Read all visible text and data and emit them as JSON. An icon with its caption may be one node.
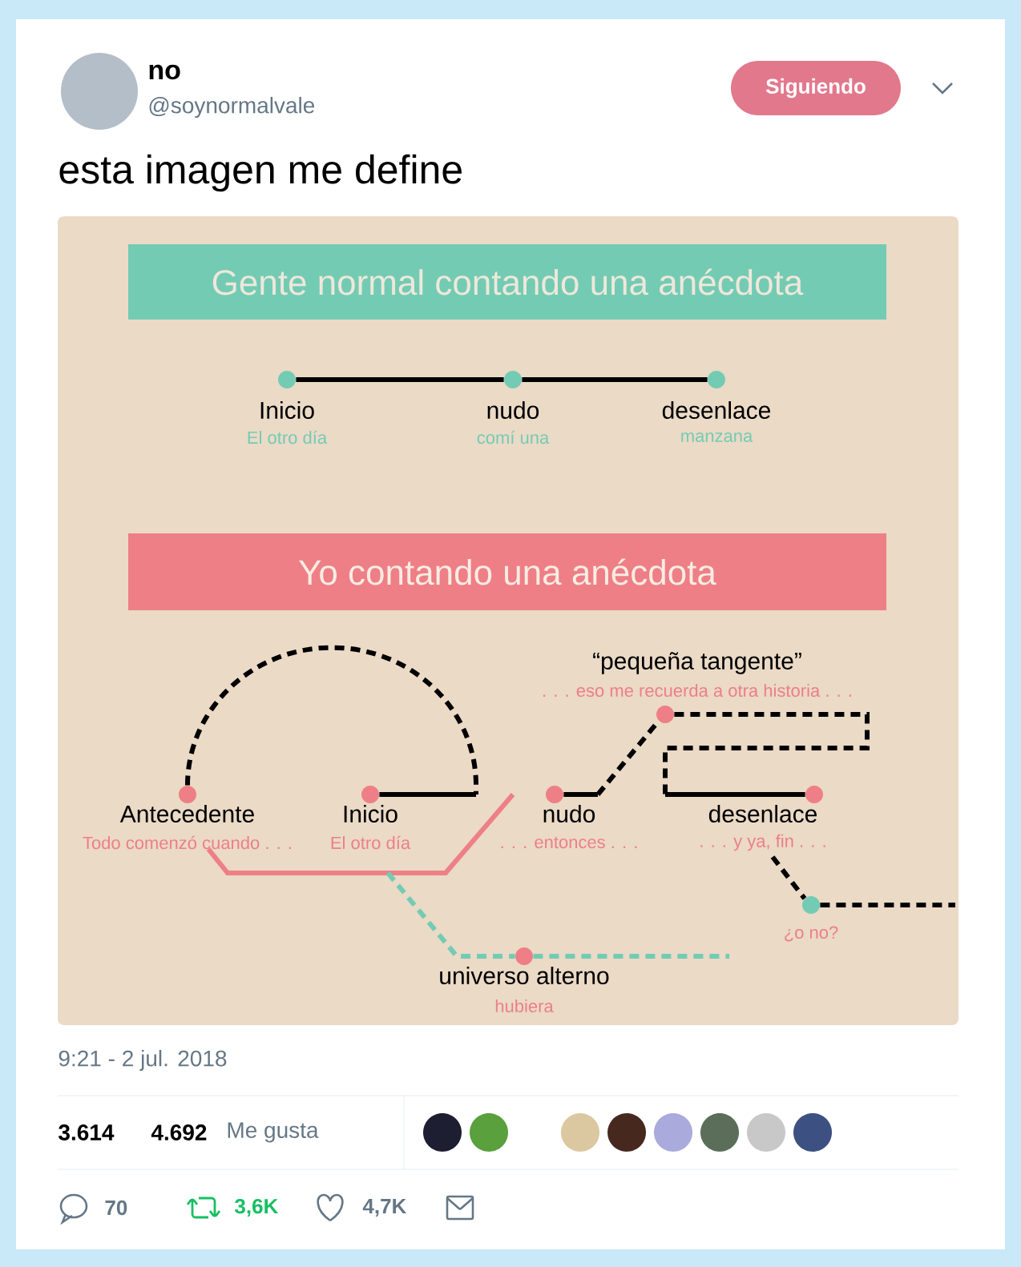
{
  "diagram": {
    "nodes": [
      {
        "text": [
          "Gente normal contando una anécdota"
        ]
      },
      {
        "text": [],
        "shape": "circle",
        "beside": [
          "Inicio",
          "El otro día"
        ]
      },
      {
        "text": [],
        "shape": "circle",
        "beside": [
          "nudo",
          "comí una"
        ]
      },
      {
        "text": [],
        "shape": "circle",
        "beside": [
          "desenlace",
          "manzana"
        ]
      },
      {
        "text": [
          "Yo contando una anécdota"
        ]
      },
      {
        "text": [],
        "shape": "circle",
        "beside": [
          "Antecedente",
          "Todo comenzó cuando . . ."
        ]
      },
      {
        "text": [],
        "shape": "circle",
        "beside": [
          "Inicio",
          "El otro día"
        ]
      },
      {
        "text": [],
        "shape": "circle",
        "beside": [
          "nudo",
          ". . . entonces . . ."
        ]
      },
      {
        "text": [],
        "shape": "circle",
        "beside": [
          "“pequeña tangente”",
          ". . . eso me recuerda a otra historia . . ."
        ]
      },
      {
        "text": [],
        "shape": "circle",
        "beside": [
          "desenlace",
          ". . . y ya, fin . . ."
        ]
      },
      {
        "text": [],
        "shape": "circle",
        "beside": [
          "¿o no?"
        ]
      },
      {
        "text": [],
        "shape": "circle",
        "beside": [
          "universo alterno",
          "hubiera"
        ]
      },
      {
        "text": [
          "Siguiendo"
        ]
      }
    ],
    "edges": [
      {
        "from": 1,
        "to": 2,
        "arrow": "none"
      },
      {
        "from": 2,
        "to": 3,
        "arrow": "none"
      },
      {
        "from": 5,
        "to": 6,
        "arrow": "none",
        "style": "dashed"
      },
      {
        "from": 5,
        "to": 7,
        "arrow": "none",
        "color": "#ee7f86"
      },
      {
        "from": 6,
        "to": 11,
        "arrow": "none",
        "style": "dashed",
        "color": "#74cbb4"
      },
      {
        "from": 7,
        "to": 8,
        "arrow": "none",
        "style": "dashed"
      },
      {
        "from": 8,
        "to": 9,
        "arrow": "none",
        "style": "dashed"
      },
      {
        "from": 9,
        "to": 10,
        "arrow": "none",
        "style": "dashed"
      },
      {
        "from": 10,
        "to": null,
        "arrow": "none",
        "style": "dashed"
      },
      {
        "from": 11,
        "to": null,
        "arrow": "none",
        "style": "dashed",
        "color": "#74cbb4"
      }
    ],
    "labels": [
      "no",
      "@soynormalvale",
      "esta imagen me define",
      "9:21 - 2 jul. 2018",
      "3.614",
      "4.692",
      "Me gusta",
      "70",
      "3,6K",
      "4,7K"
    ]
  }
}
